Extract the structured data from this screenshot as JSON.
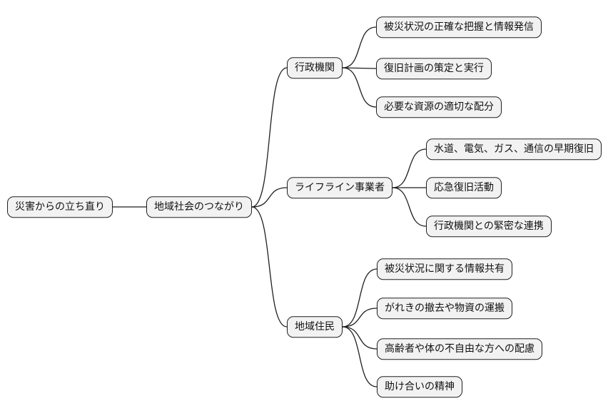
{
  "diagram": {
    "type": "mindmap",
    "colors": {
      "background": "#ffffff",
      "node_fill": "#f2f2f2",
      "node_border": "#1f1f1f",
      "edge": "#1f1f1f"
    },
    "root": {
      "label": "災害からの立ち直り",
      "children": [
        {
          "label": "地域社会のつながり",
          "children": [
            {
              "label": "行政機関",
              "children": [
                {
                  "label": "被災状況の正確な把握と情報発信"
                },
                {
                  "label": "復旧計画の策定と実行"
                },
                {
                  "label": "必要な資源の適切な配分"
                }
              ]
            },
            {
              "label": "ライフライン事業者",
              "children": [
                {
                  "label": "水道、電気、ガス、通信の早期復旧"
                },
                {
                  "label": "応急復旧活動"
                },
                {
                  "label": "行政機関との緊密な連携"
                }
              ]
            },
            {
              "label": "地域住民",
              "children": [
                {
                  "label": "被災状況に関する情報共有"
                },
                {
                  "label": "がれきの撤去や物資の運搬"
                },
                {
                  "label": "高齢者や体の不自由な方への配慮"
                },
                {
                  "label": "助け合いの精神"
                }
              ]
            }
          ]
        }
      ]
    }
  }
}
